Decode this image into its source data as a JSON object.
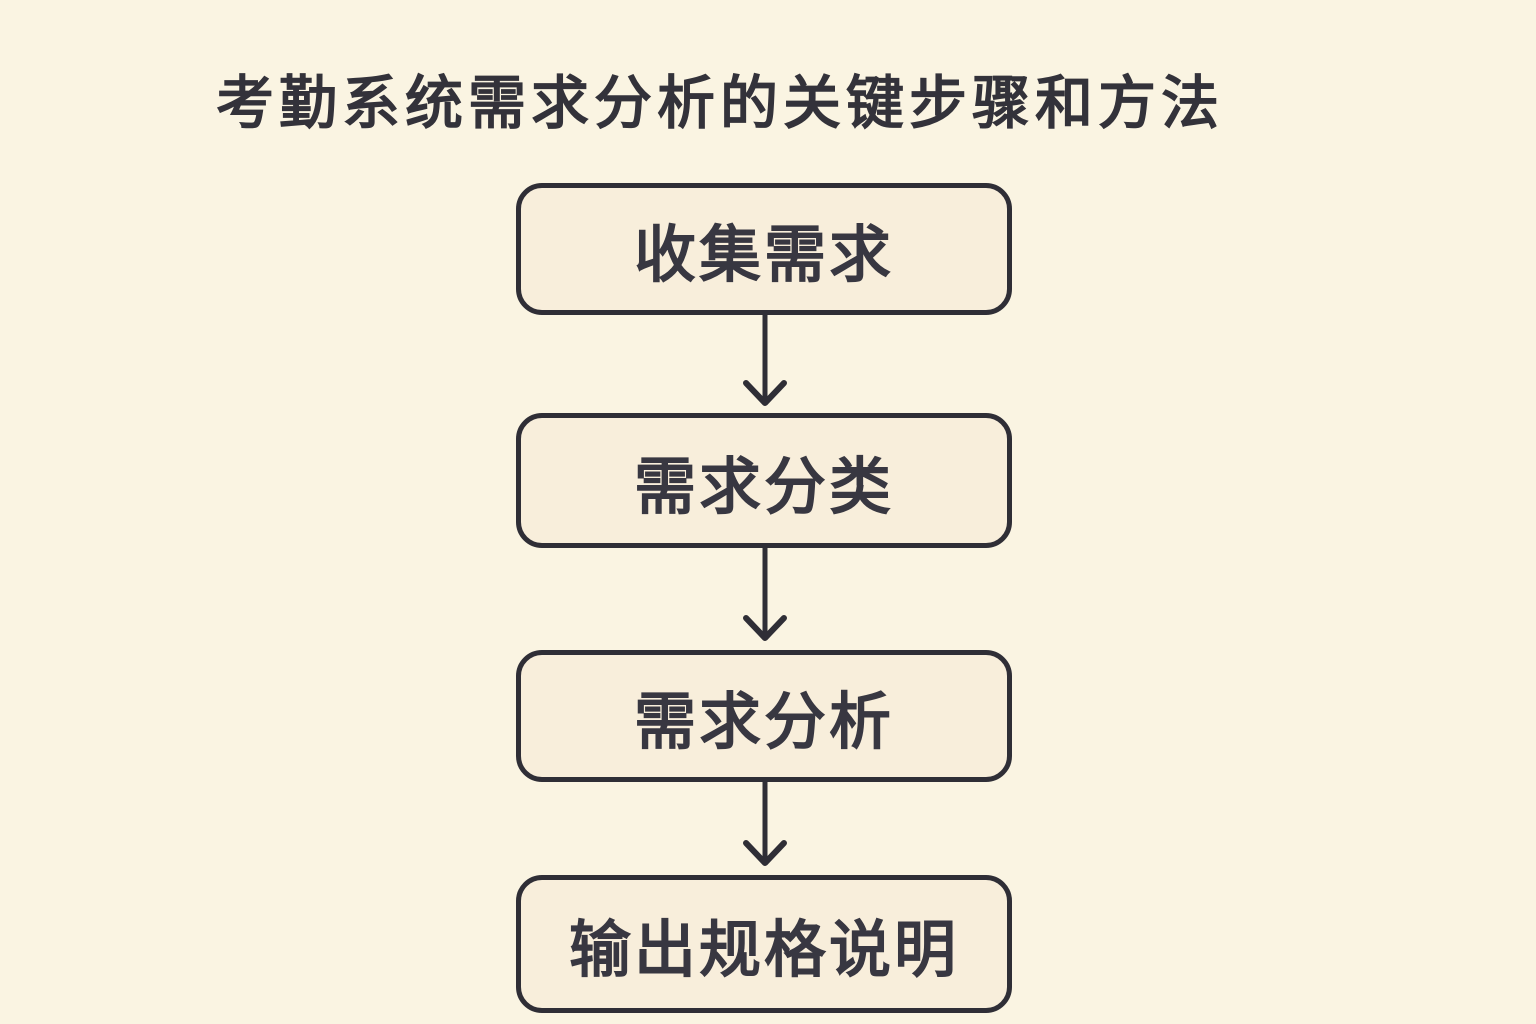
{
  "page": {
    "title": "考勤系统需求分析的关键步骤和方法",
    "background_color": "#FAF4E2"
  },
  "flow": {
    "steps": [
      {
        "label": "收集需求"
      },
      {
        "label": "需求分类"
      },
      {
        "label": "需求分析"
      },
      {
        "label": "输出规格说明"
      }
    ],
    "connector_icon": "down-arrow",
    "box_fill_color": "#F8EEDB",
    "box_border_color": "#2F2E36",
    "step_text_color": "#383741",
    "title_text_color": "#33323A",
    "arrow_color": "#2F2E36"
  }
}
